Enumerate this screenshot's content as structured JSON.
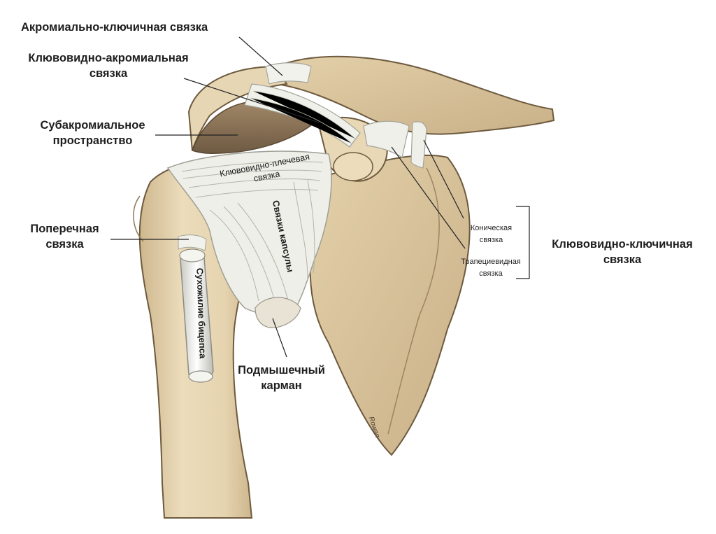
{
  "labels": {
    "acromioclavicular": "Акромиально-ключичная связка",
    "coracoacromial_l1": "Клювовидно-акромиальная",
    "coracoacromial_l2": "связка",
    "subacromial_l1": "Субакромиальное",
    "subacromial_l2": "пространство",
    "transverse_l1": "Поперечная",
    "transverse_l2": "связка",
    "coracohumeral_l1": "Клювовидно-плечевая",
    "coracohumeral_l2": "связка",
    "capsule": "Связки капсулы",
    "biceps_tendon": "Сухожилие бицепса",
    "axillary_l1": "Подмышечный",
    "axillary_l2": "карман",
    "conoid_l1": "Коническая",
    "conoid_l2": "связка",
    "trapezoid_l1": "Трапециевидная",
    "trapezoid_l2": "связка",
    "coracoclavicular_l1": "Клювовидно-ключичная",
    "coracoclavicular_l2": "связка"
  },
  "signature": "Rowan",
  "colors": {
    "bone": "#e9d9b8",
    "bone_shadow": "#b39c73",
    "bone_edge": "#6d5a3e",
    "ligament": "#f1f1ec",
    "ligament_line": "#a9a9a0",
    "space": "#8a7258",
    "text": "#1e1e1e"
  }
}
